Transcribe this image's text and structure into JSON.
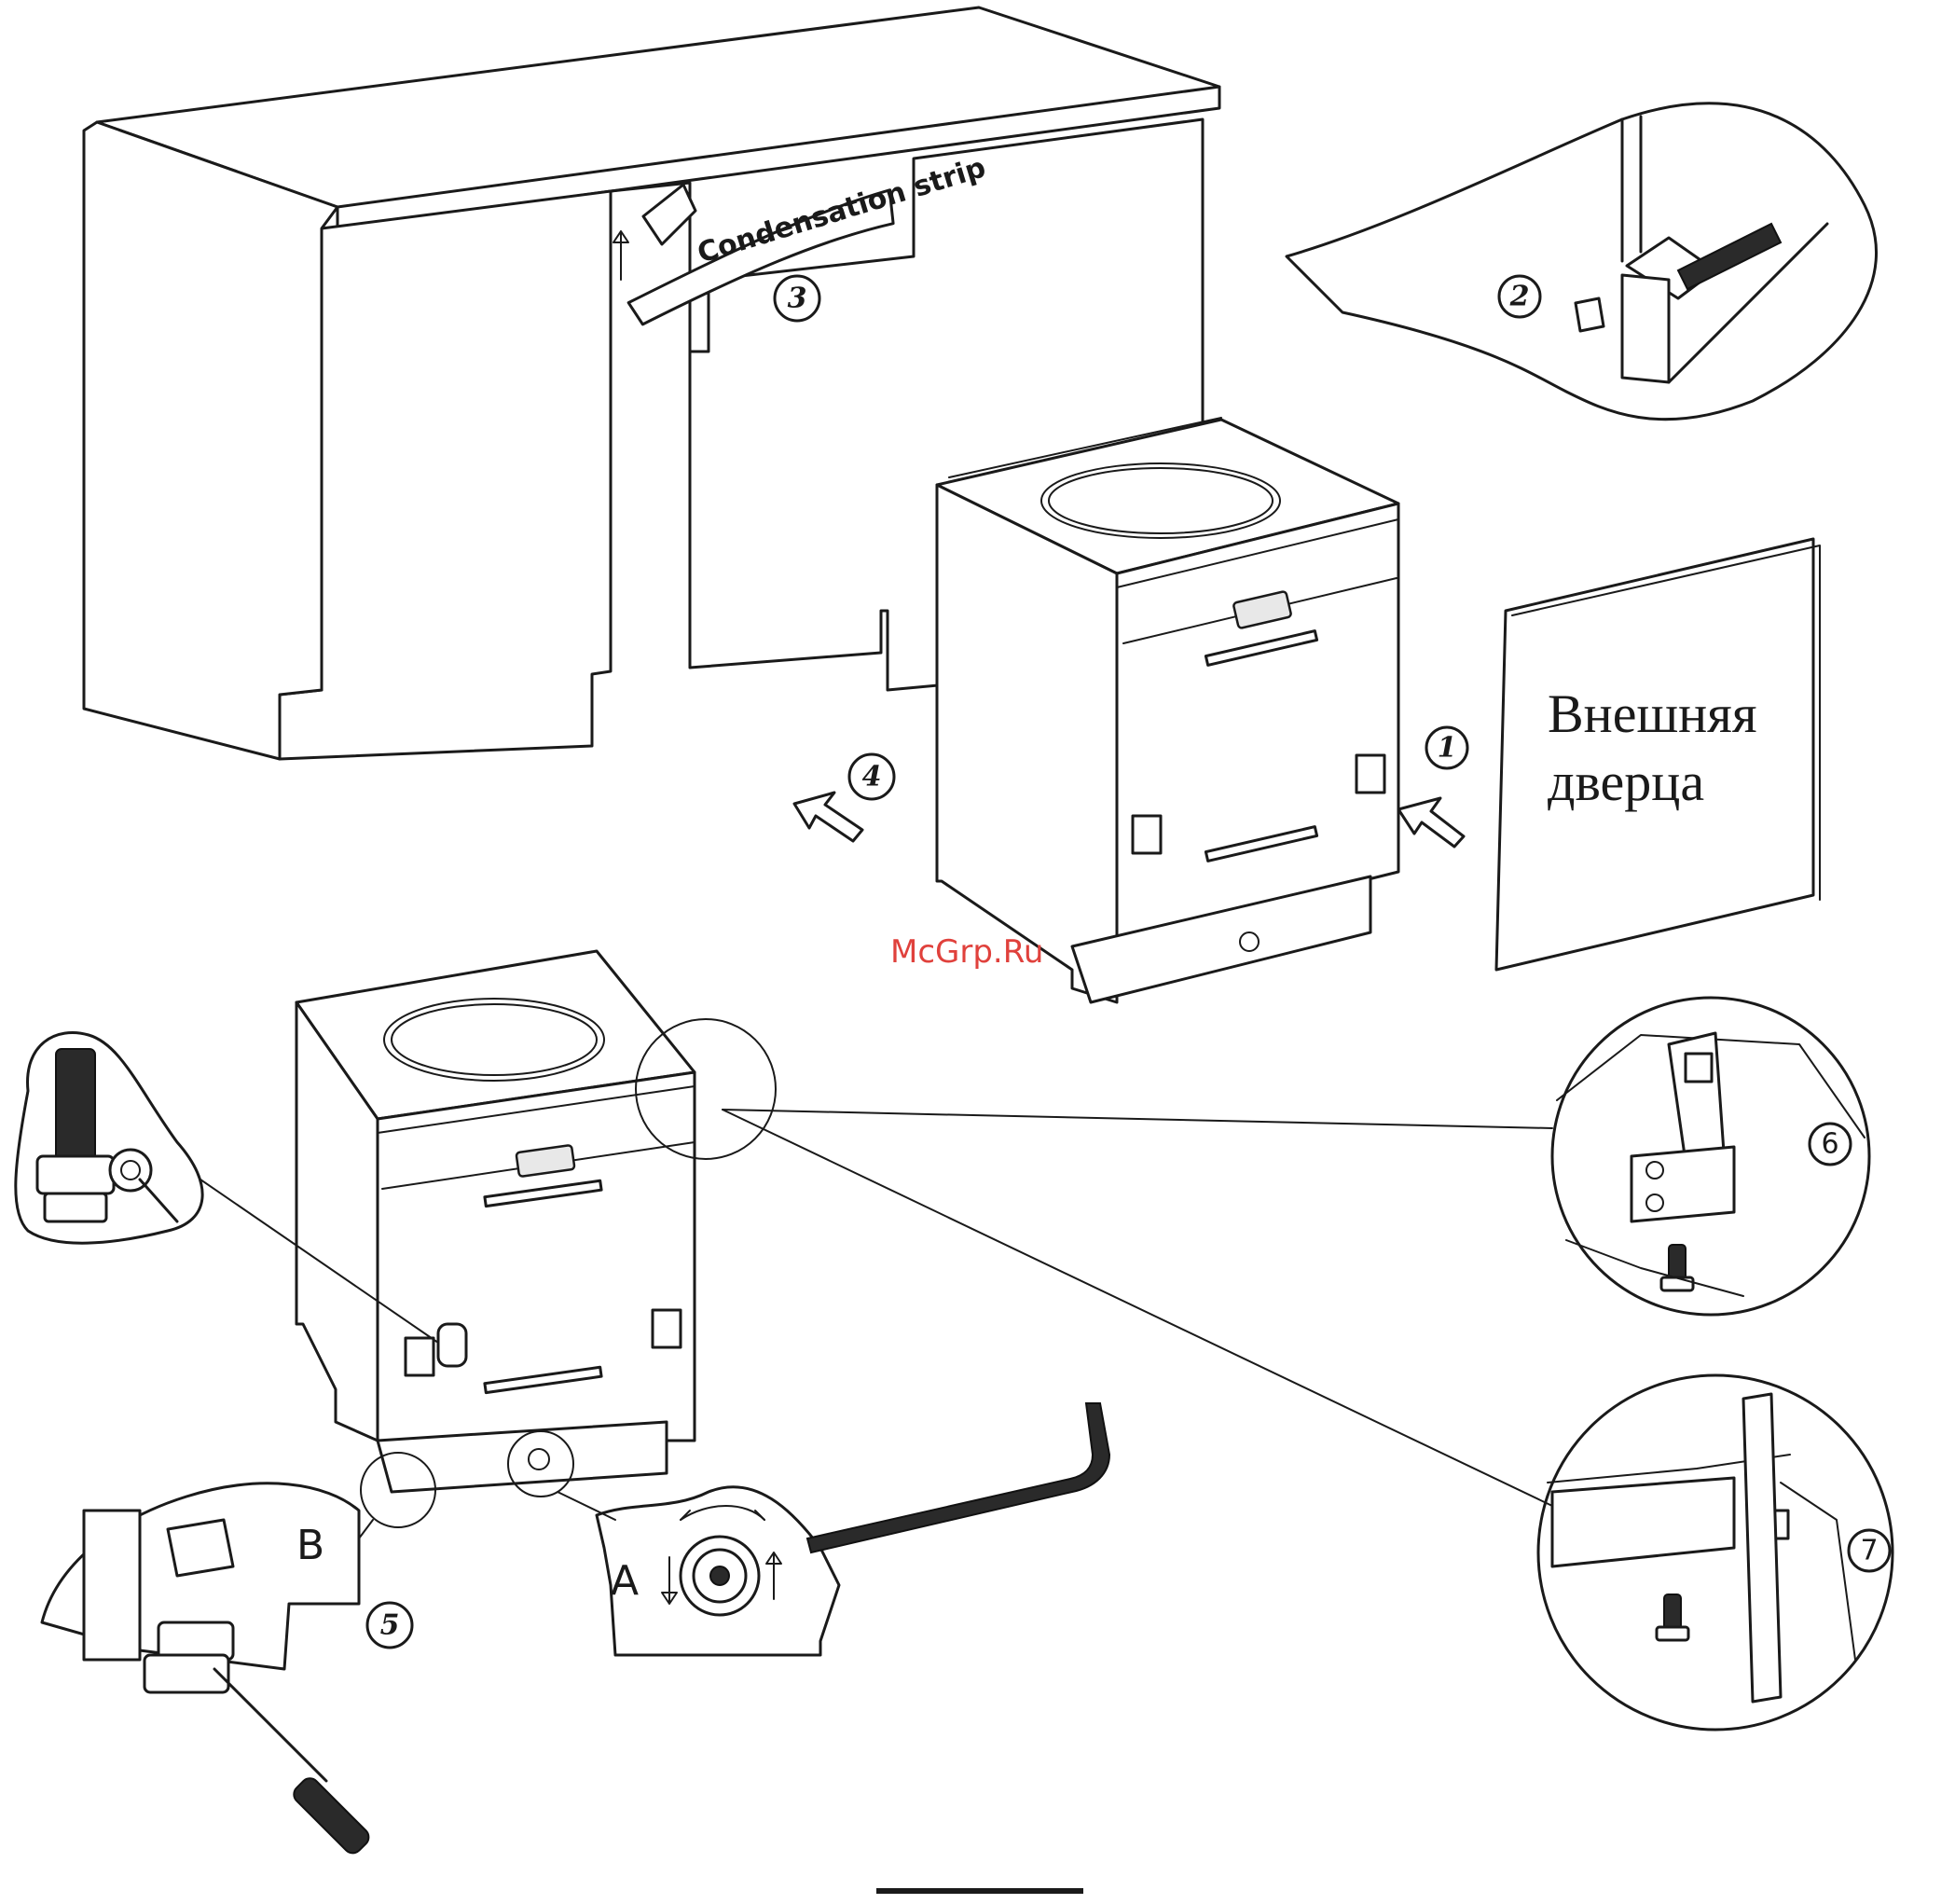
{
  "labels": {
    "condensation_strip": "Condensation strip",
    "outer_door_line1": "Внешняя",
    "outer_door_line2": "дверца",
    "letter_a": "A",
    "letter_b": "B",
    "watermark": "McGrp.Ru"
  },
  "steps": {
    "s1": "1",
    "s2": "2",
    "s3": "3",
    "s4": "4",
    "s5": "5",
    "s6": "6",
    "s7": "7"
  },
  "icons": [
    "arrow-left-icon",
    "arrow-up-icon",
    "arrow-down-icon",
    "rotate-arrows-icon",
    "screwdriver-icon",
    "hex-key-icon",
    "screw-icon",
    "adjustable-foot-icon"
  ],
  "colors": {
    "line": "#1a1a1a",
    "watermark": "#e0413c"
  }
}
